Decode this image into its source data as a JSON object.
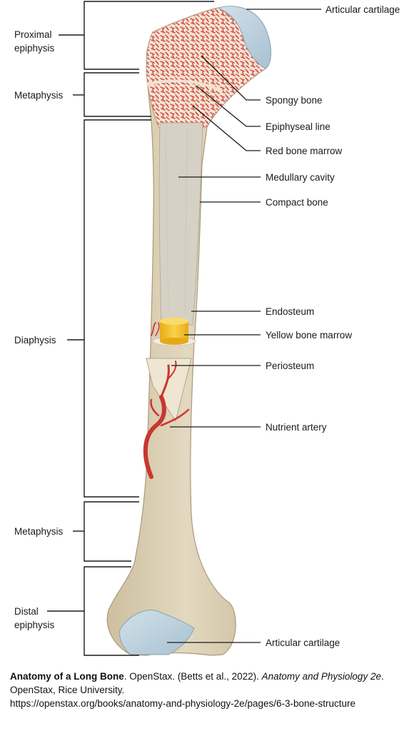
{
  "labels_left": {
    "proximal_epiphysis_1": "Proximal",
    "proximal_epiphysis_2": "epiphysis",
    "metaphysis_top": "Metaphysis",
    "diaphysis": "Diaphysis",
    "metaphysis_bottom": "Metaphysis",
    "distal_epiphysis_1": "Distal",
    "distal_epiphysis_2": "epiphysis"
  },
  "labels_right": {
    "articular_cartilage_top": "Articular cartilage",
    "spongy_bone": "Spongy bone",
    "epiphyseal_line": "Epiphyseal line",
    "red_bone_marrow": "Red bone marrow",
    "medullary_cavity": "Medullary cavity",
    "compact_bone": "Compact bone",
    "endosteum": "Endosteum",
    "yellow_bone_marrow": "Yellow bone marrow",
    "periosteum": "Periosteum",
    "nutrient_artery": "Nutrient artery",
    "articular_cartilage_bottom": "Articular cartilage"
  },
  "caption": {
    "title": "Anatomy of a Long Bone",
    "text1": ". OpenStax. (Betts et al., 2022). ",
    "book": "Anatomy and Physiology 2e",
    "text2": ". OpenStax, Rice University.",
    "url": "https://openstax.org/books/anatomy-and-physiology-2e/pages/6-3-bone-structure"
  },
  "colors": {
    "bone": "#d9cdb2",
    "bone_shade": "#c4b597",
    "cartilage": "#b9cfdc",
    "spongy_bg": "#f3e6dc",
    "spongy_red": "#d9553f",
    "medullary": "#d6d2c8",
    "yellow_marrow": "#f2c230",
    "artery": "#c8372d"
  }
}
